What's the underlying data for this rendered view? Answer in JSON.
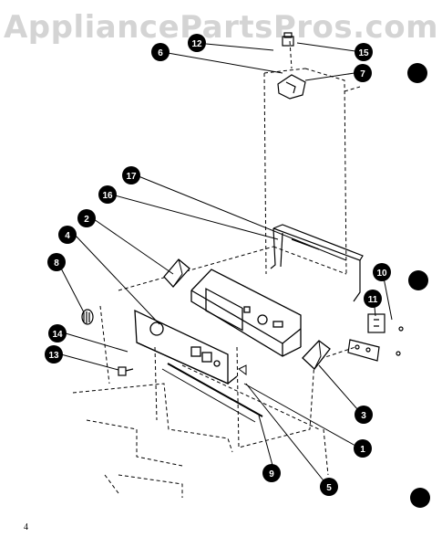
{
  "watermark": "AppliancePartsPros.com",
  "page_number": "4",
  "callouts": [
    {
      "id": "c12",
      "label": "12"
    },
    {
      "id": "c15",
      "label": "15"
    },
    {
      "id": "c6",
      "label": "6"
    },
    {
      "id": "c7",
      "label": "7"
    },
    {
      "id": "c17",
      "label": "17"
    },
    {
      "id": "c16",
      "label": "16"
    },
    {
      "id": "c2",
      "label": "2"
    },
    {
      "id": "c4",
      "label": "4"
    },
    {
      "id": "c8",
      "label": "8"
    },
    {
      "id": "c10",
      "label": "10"
    },
    {
      "id": "c11",
      "label": "11"
    },
    {
      "id": "c14",
      "label": "14"
    },
    {
      "id": "c13",
      "label": "13"
    },
    {
      "id": "c3",
      "label": "3"
    },
    {
      "id": "c1",
      "label": "1"
    },
    {
      "id": "c9",
      "label": "9"
    },
    {
      "id": "c5",
      "label": "5"
    }
  ],
  "colors": {
    "ink": "#000000",
    "watermark": "#d4d4d4",
    "paper": "#ffffff"
  }
}
